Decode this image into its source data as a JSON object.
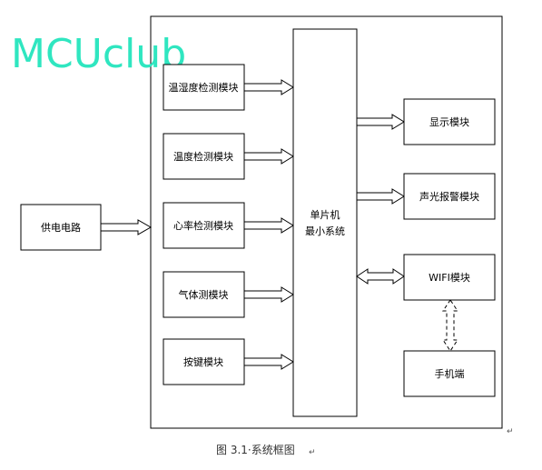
{
  "watermark": "MCUclub",
  "caption": "图 3.1·系统框图",
  "caption_mark": "↵",
  "outer_mark": "↵",
  "power": "供电电路",
  "inputs": [
    "温湿度检测模块",
    "温度检测模块",
    "心率检测模块",
    "气体测模块",
    "按键模块"
  ],
  "mcu": [
    "单片机",
    "最小系统"
  ],
  "outputs": [
    "显示模块",
    "声光报警模块",
    "WIFI模块"
  ],
  "phone": "手机端"
}
